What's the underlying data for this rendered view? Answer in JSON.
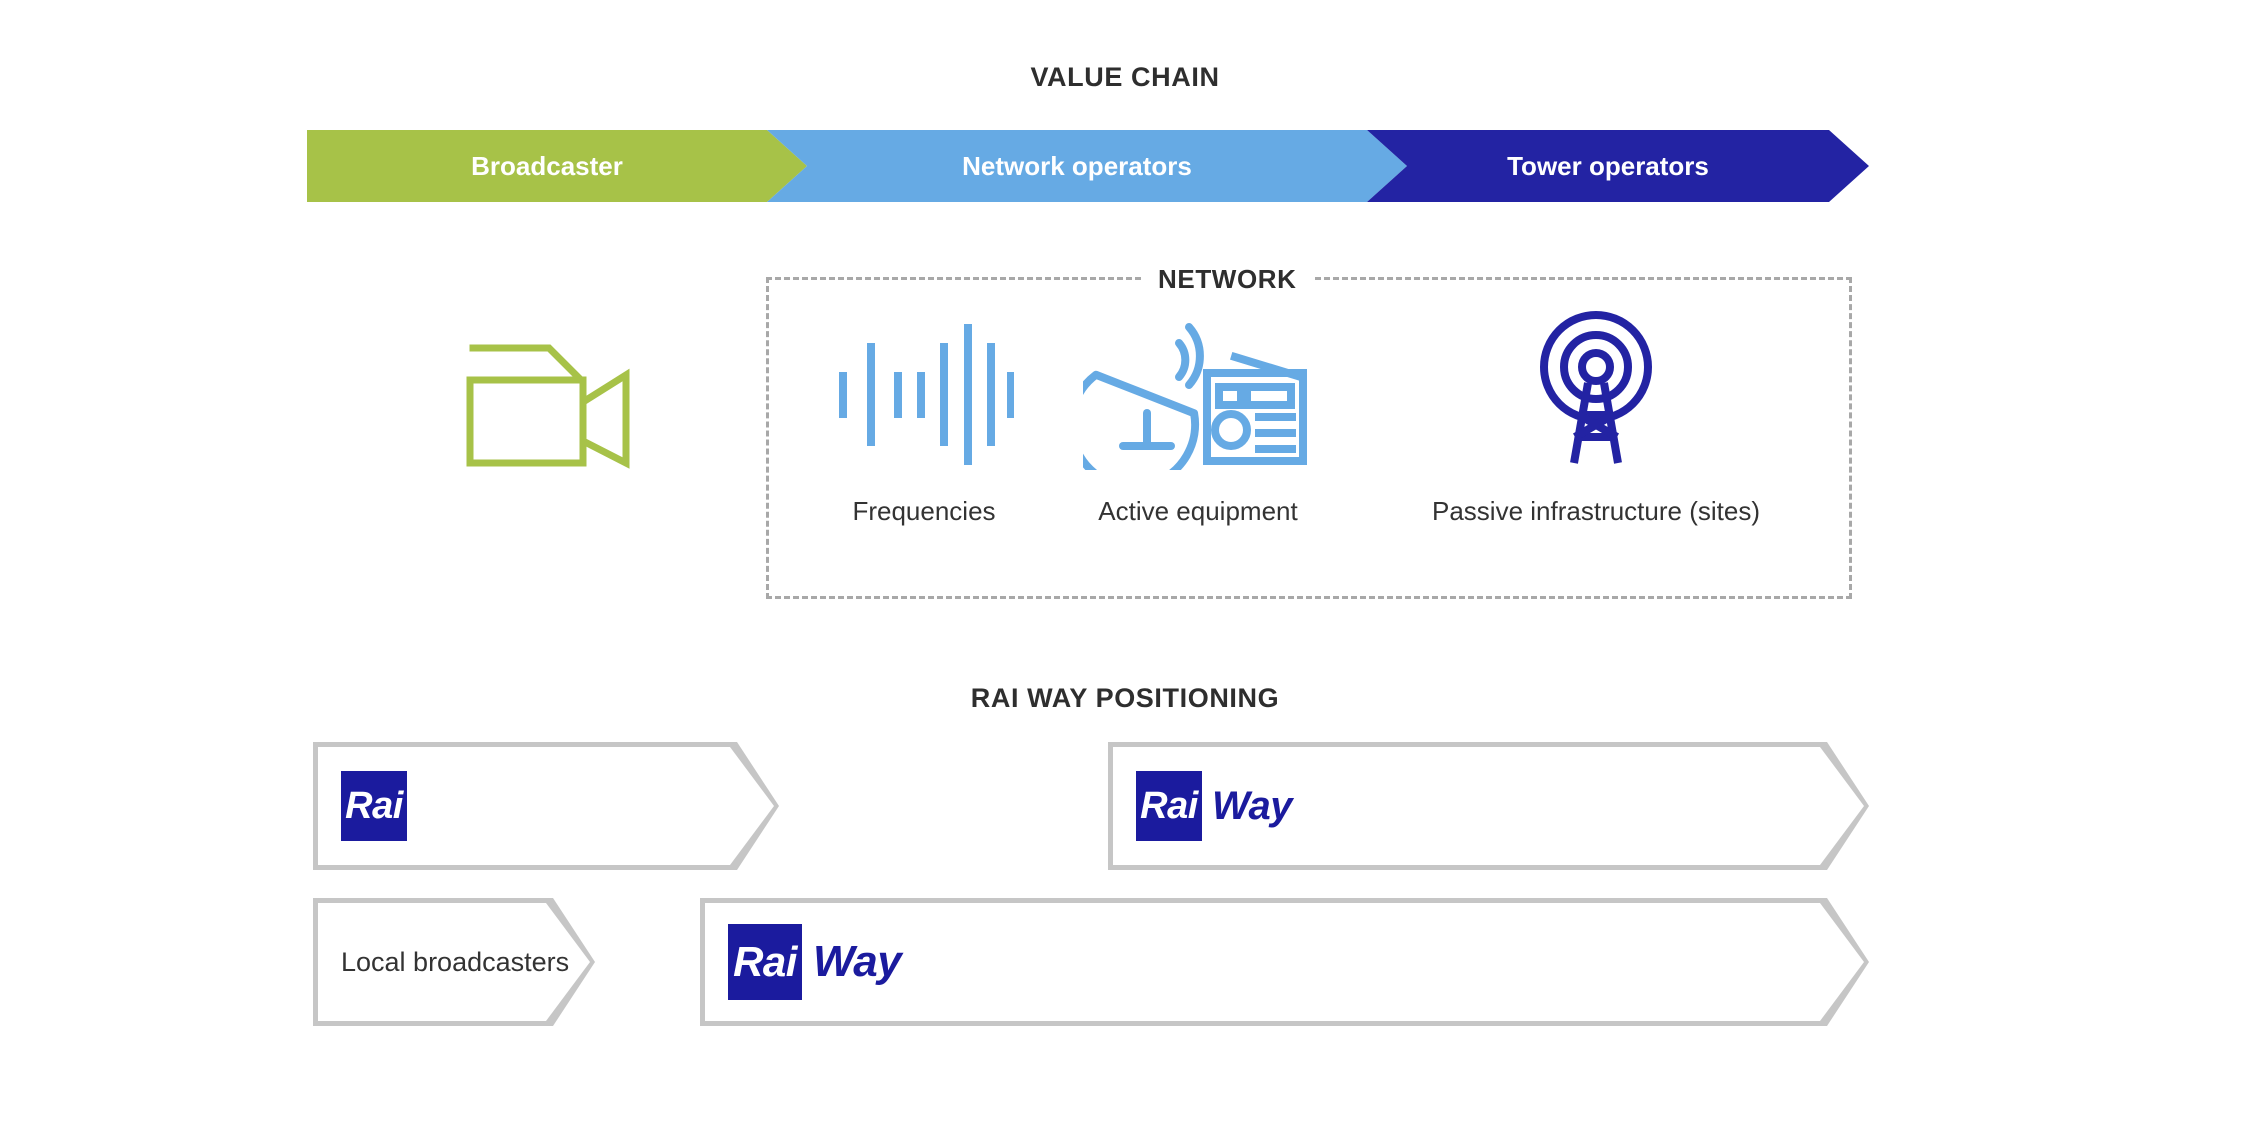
{
  "page": {
    "background": "#ffffff"
  },
  "value_chain": {
    "title": "VALUE CHAIN",
    "segments": [
      {
        "label": "Broadcaster",
        "color": "#a7c248",
        "name": "broadcaster"
      },
      {
        "label": "Network operators",
        "color": "#66aae4",
        "name": "network-operators"
      },
      {
        "label": "Tower operators",
        "color": "#2323a3",
        "name": "tower-operators"
      }
    ]
  },
  "network": {
    "title": "NETWORK",
    "border_color": "#a8a8a8",
    "items": [
      {
        "label": "Frequencies",
        "icon": "sound-wave-icon",
        "color": "#66aae4"
      },
      {
        "label": "Active equipment",
        "icon": "satellite-radio-icon",
        "color": "#66aae4"
      },
      {
        "label": "Passive infrastructure (sites)",
        "icon": "broadcast-tower-icon",
        "color": "#2323a3"
      }
    ]
  },
  "broadcaster": {
    "icon": "video-camera-icon",
    "color": "#a7c248",
    "label": ""
  },
  "rai_way_positioning": {
    "title": "RAI WAY POSITIONING",
    "arrow_border_color": "#c6c6c6",
    "logo_color": "#1b1b9e",
    "rows": [
      {
        "name": "row-1",
        "arrows": [
          {
            "name": "rai-arrow",
            "type": "logo",
            "logo": {
              "mark": "Rai",
              "word": ""
            }
          },
          {
            "name": "rai-way-arrow",
            "type": "logo",
            "logo": {
              "mark": "Rai",
              "word": "Way"
            }
          }
        ]
      },
      {
        "name": "row-2",
        "arrows": [
          {
            "name": "local-broadcasters-arrow",
            "type": "text",
            "label": "Local broadcasters"
          },
          {
            "name": "rai-way-arrow-2",
            "type": "logo",
            "logo": {
              "mark": "Rai",
              "word": "Way"
            }
          }
        ]
      }
    ]
  }
}
